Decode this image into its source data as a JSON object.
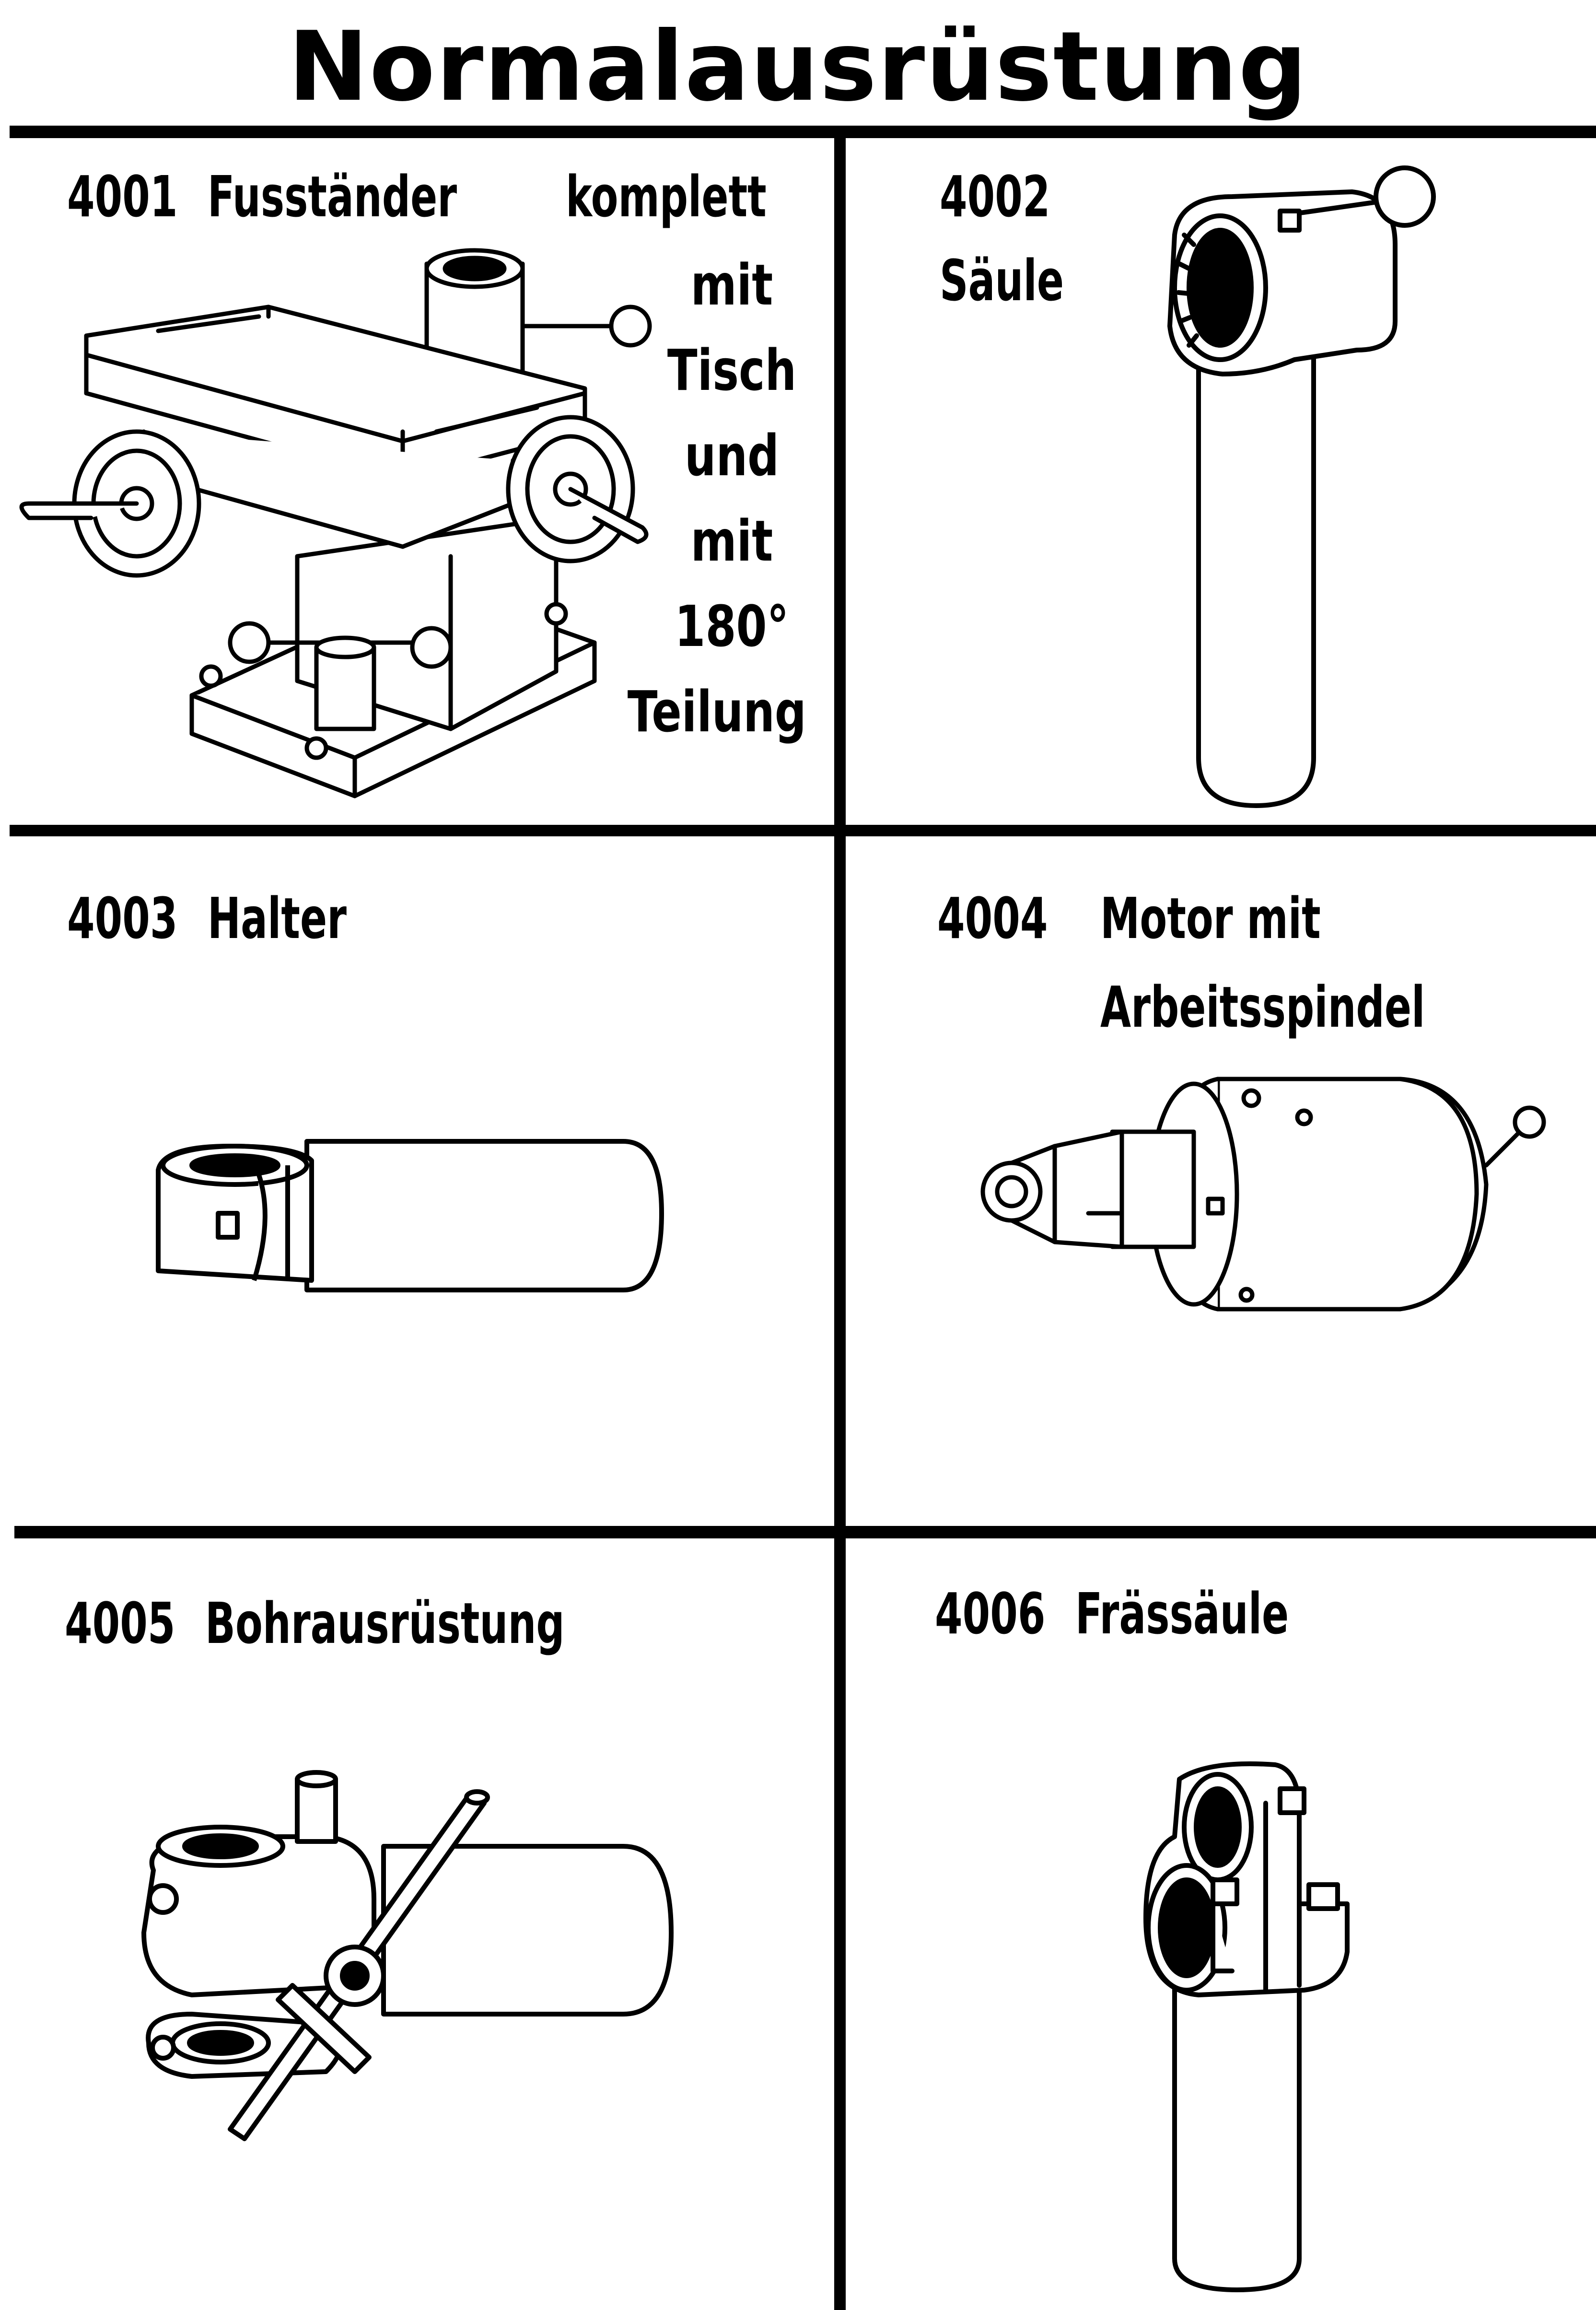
{
  "page": {
    "title": "Normalausrüstung"
  },
  "items": [
    {
      "number": "4001",
      "name": "Fusständer",
      "extra": "komplett",
      "desc_lines": [
        "mit",
        "Tisch",
        "und",
        "mit",
        "180°",
        "Teilung"
      ],
      "icon": "milling-stand-illustration"
    },
    {
      "number": "4002",
      "name": "Säule",
      "icon": "column-illustration"
    },
    {
      "number": "4003",
      "name": "Halter",
      "icon": "holder-illustration"
    },
    {
      "number": "4004",
      "name_lines": [
        "Motor mit",
        "Arbeitsspindel"
      ],
      "icon": "motor-spindle-illustration"
    },
    {
      "number": "4005",
      "name": "Bohrausrüstung",
      "icon": "drilling-attachment-illustration"
    },
    {
      "number": "4006",
      "name": "Frässäule",
      "icon": "milling-column-illustration"
    }
  ]
}
